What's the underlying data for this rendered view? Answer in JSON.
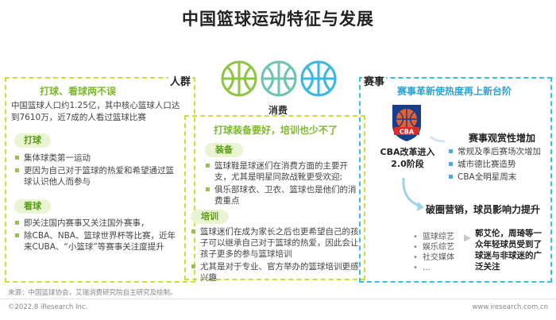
{
  "title": "中国篮球运动特征与发展",
  "center": {
    "label": "消费"
  },
  "left": {
    "tag": "人群",
    "heading": "打球、看球两不误",
    "intro": "中国篮球人口约1.25亿，其中核心篮球人口达到7610万，近7成的人看过篮球比赛",
    "play": {
      "pill": "打球",
      "items": [
        "集体球类第一运动",
        "更因为自己对于篮球的热爱和希望通过篮球认识他人而参与"
      ]
    },
    "watch": {
      "pill": "看球",
      "items": [
        "即关注国内赛事又关注国外赛事，",
        "除CBA、NBA、篮球世界杯等比赛，近年来CUBA、“小篮球”等赛事关注度提升"
      ]
    }
  },
  "middle": {
    "heading": "打球装备要好，培训也少不了",
    "gear": {
      "pill": "装备",
      "items": [
        "篮球鞋是球迷们在消费方面的主要开支，尤其是明星同款战靴更受欢迎;",
        "俱乐部球衣、卫衣、篮球也是他们的消费重点"
      ]
    },
    "training": {
      "pill": "培训",
      "items": [
        "篮球迷们在成为家长之后也更希望自己的孩子可以继承自己对于篮球的热爱，因此会让孩子更多的参与篮球培训",
        "尤其是对于专业、官方举办的篮球培训更感兴趣"
      ]
    }
  },
  "right": {
    "tag": "赛事",
    "heading": "赛事革新使热度再上新台阶",
    "logo_text": "CBA",
    "cba_note": "CBA改革进入2.0阶段",
    "watch_title": "赛事观赏性增加",
    "watch_items": [
      "常规及季后赛场次增加",
      "城市德比赛造势",
      "CBA全明星周末"
    ],
    "marketing_title": "破圈营销，球员影响力提升",
    "variety_items": [
      "篮球综艺",
      "娱乐综艺",
      "社交媒体",
      "..."
    ],
    "players_note": "郭艾伦，周琦等一众年轻球员受到了球迷与非球迷的广泛关注"
  },
  "footer": {
    "source": "来源：中国篮球协会，艾瑞消费研究院自主研究及绘制。",
    "copyright": "©2022.8 iResearch Inc.",
    "url": "www.iresearch.com.cn"
  }
}
